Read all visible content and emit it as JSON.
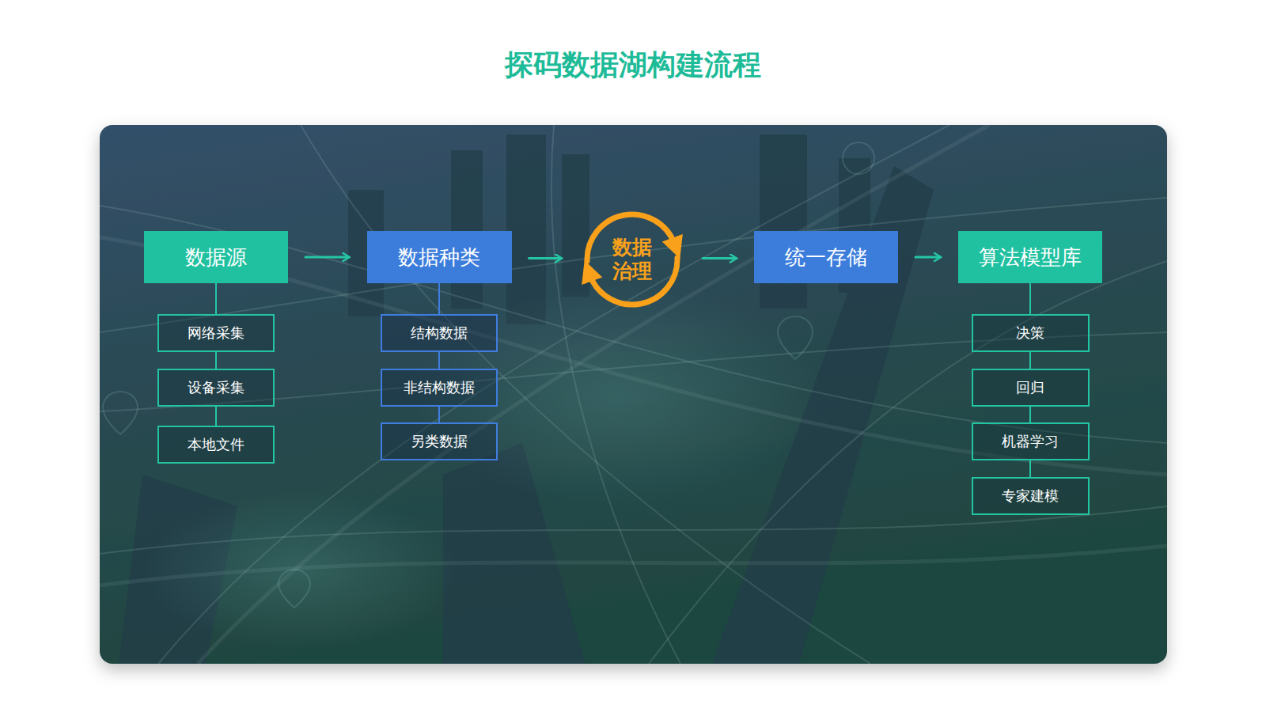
{
  "diagram": {
    "title": "探码数据湖构建流程",
    "nodes": [
      {
        "text": [
          "数据源"
        ]
      },
      {
        "text": [
          "网络采集"
        ]
      },
      {
        "text": [
          "设备采集"
        ]
      },
      {
        "text": [
          "本地文件"
        ]
      },
      {
        "text": [
          "数据种类"
        ]
      },
      {
        "text": [
          "结构数据"
        ]
      },
      {
        "text": [
          "非结构数据"
        ]
      },
      {
        "text": [
          "另类数据"
        ]
      },
      {
        "text": [
          "数据 治理"
        ]
      },
      {
        "text": [
          "统一存储"
        ]
      },
      {
        "text": [
          "算法模型库"
        ]
      },
      {
        "text": [
          "决策"
        ]
      },
      {
        "text": [
          "回归"
        ]
      },
      {
        "text": [
          "机器学习"
        ]
      },
      {
        "text": [
          "专家建模"
        ]
      }
    ],
    "edges": [
      {
        "from": 0,
        "to": 4,
        "arrow": "to"
      },
      {
        "from": 4,
        "to": 8,
        "arrow": "to"
      },
      {
        "from": 8,
        "to": 9,
        "arrow": "to"
      },
      {
        "from": 9,
        "to": 10,
        "arrow": "to"
      },
      {
        "from": 0,
        "to": 1,
        "arrow": "none"
      },
      {
        "from": 1,
        "to": 2,
        "arrow": "none"
      },
      {
        "from": 2,
        "to": 3,
        "arrow": "none"
      },
      {
        "from": 4,
        "to": 5,
        "arrow": "none"
      },
      {
        "from": 5,
        "to": 6,
        "arrow": "none"
      },
      {
        "from": 6,
        "to": 7,
        "arrow": "none"
      },
      {
        "from": 10,
        "to": 11,
        "arrow": "none"
      },
      {
        "from": 11,
        "to": 12,
        "arrow": "none"
      },
      {
        "from": 12,
        "to": 13,
        "arrow": "none"
      },
      {
        "from": 13,
        "to": 14,
        "arrow": "none"
      }
    ]
  }
}
